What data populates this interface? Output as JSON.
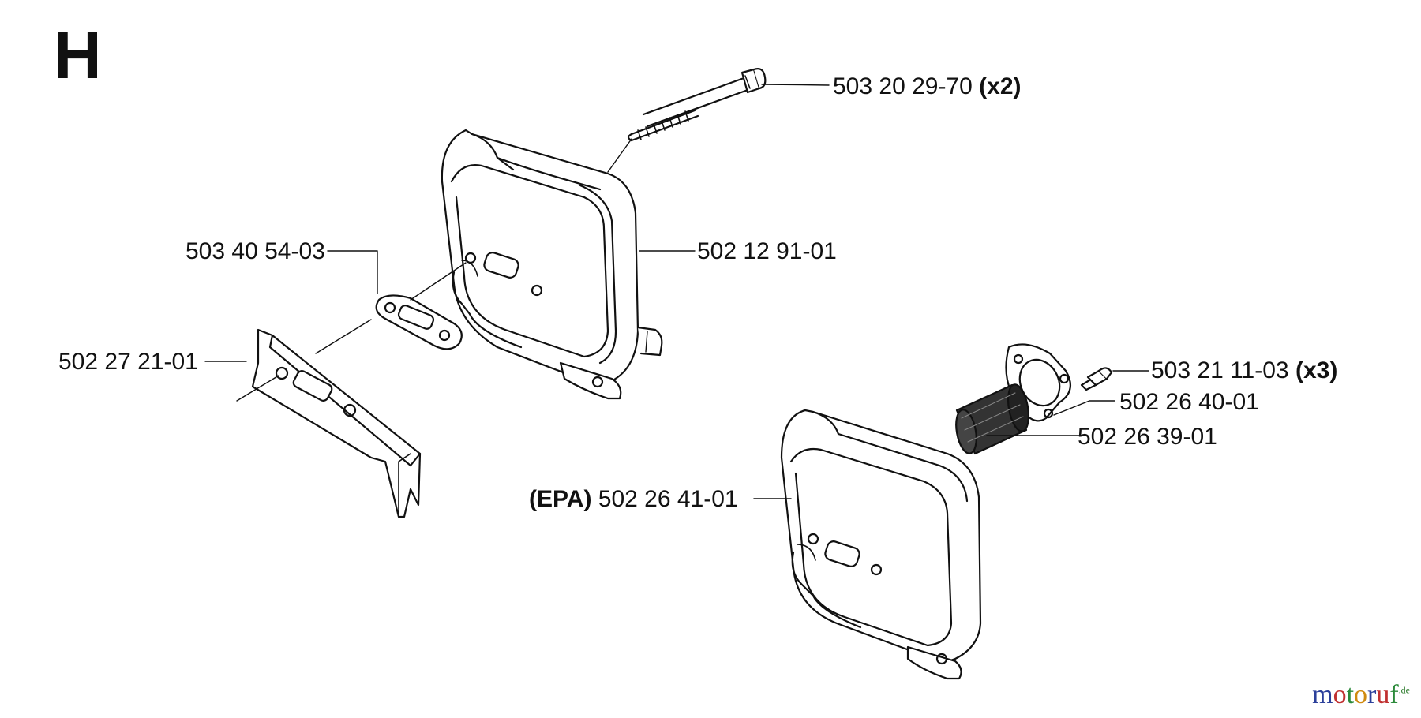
{
  "section_letter": "H",
  "parts": [
    {
      "id": "bolt",
      "part_no": "503 20 29-70",
      "qty": "(x2)"
    },
    {
      "id": "muffler-cover",
      "part_no": "502 12 91-01"
    },
    {
      "id": "gasket",
      "part_no": "503 40 54-03"
    },
    {
      "id": "heat-shield",
      "part_no": "502 27 21-01"
    },
    {
      "id": "screw",
      "part_no": "503 21 11-03",
      "qty": "(x3)"
    },
    {
      "id": "spark-screen-cover",
      "part_no": "502 26 40-01"
    },
    {
      "id": "spark-screen",
      "part_no": "502 26 39-01"
    },
    {
      "id": "epa-muffler",
      "prefix": "(EPA)",
      "part_no": "502 26 41-01"
    }
  ],
  "watermark": {
    "letters": [
      "m",
      "o",
      "t",
      "o",
      "r",
      "u",
      "f"
    ],
    "letter_colors": [
      "#2b3f9a",
      "#c03030",
      "#2b8a3a",
      "#d08a10",
      "#2b3f9a",
      "#c03030",
      "#2b8a3a"
    ],
    "suffix": ".de"
  },
  "colors": {
    "line": "#111111",
    "background": "#ffffff"
  }
}
